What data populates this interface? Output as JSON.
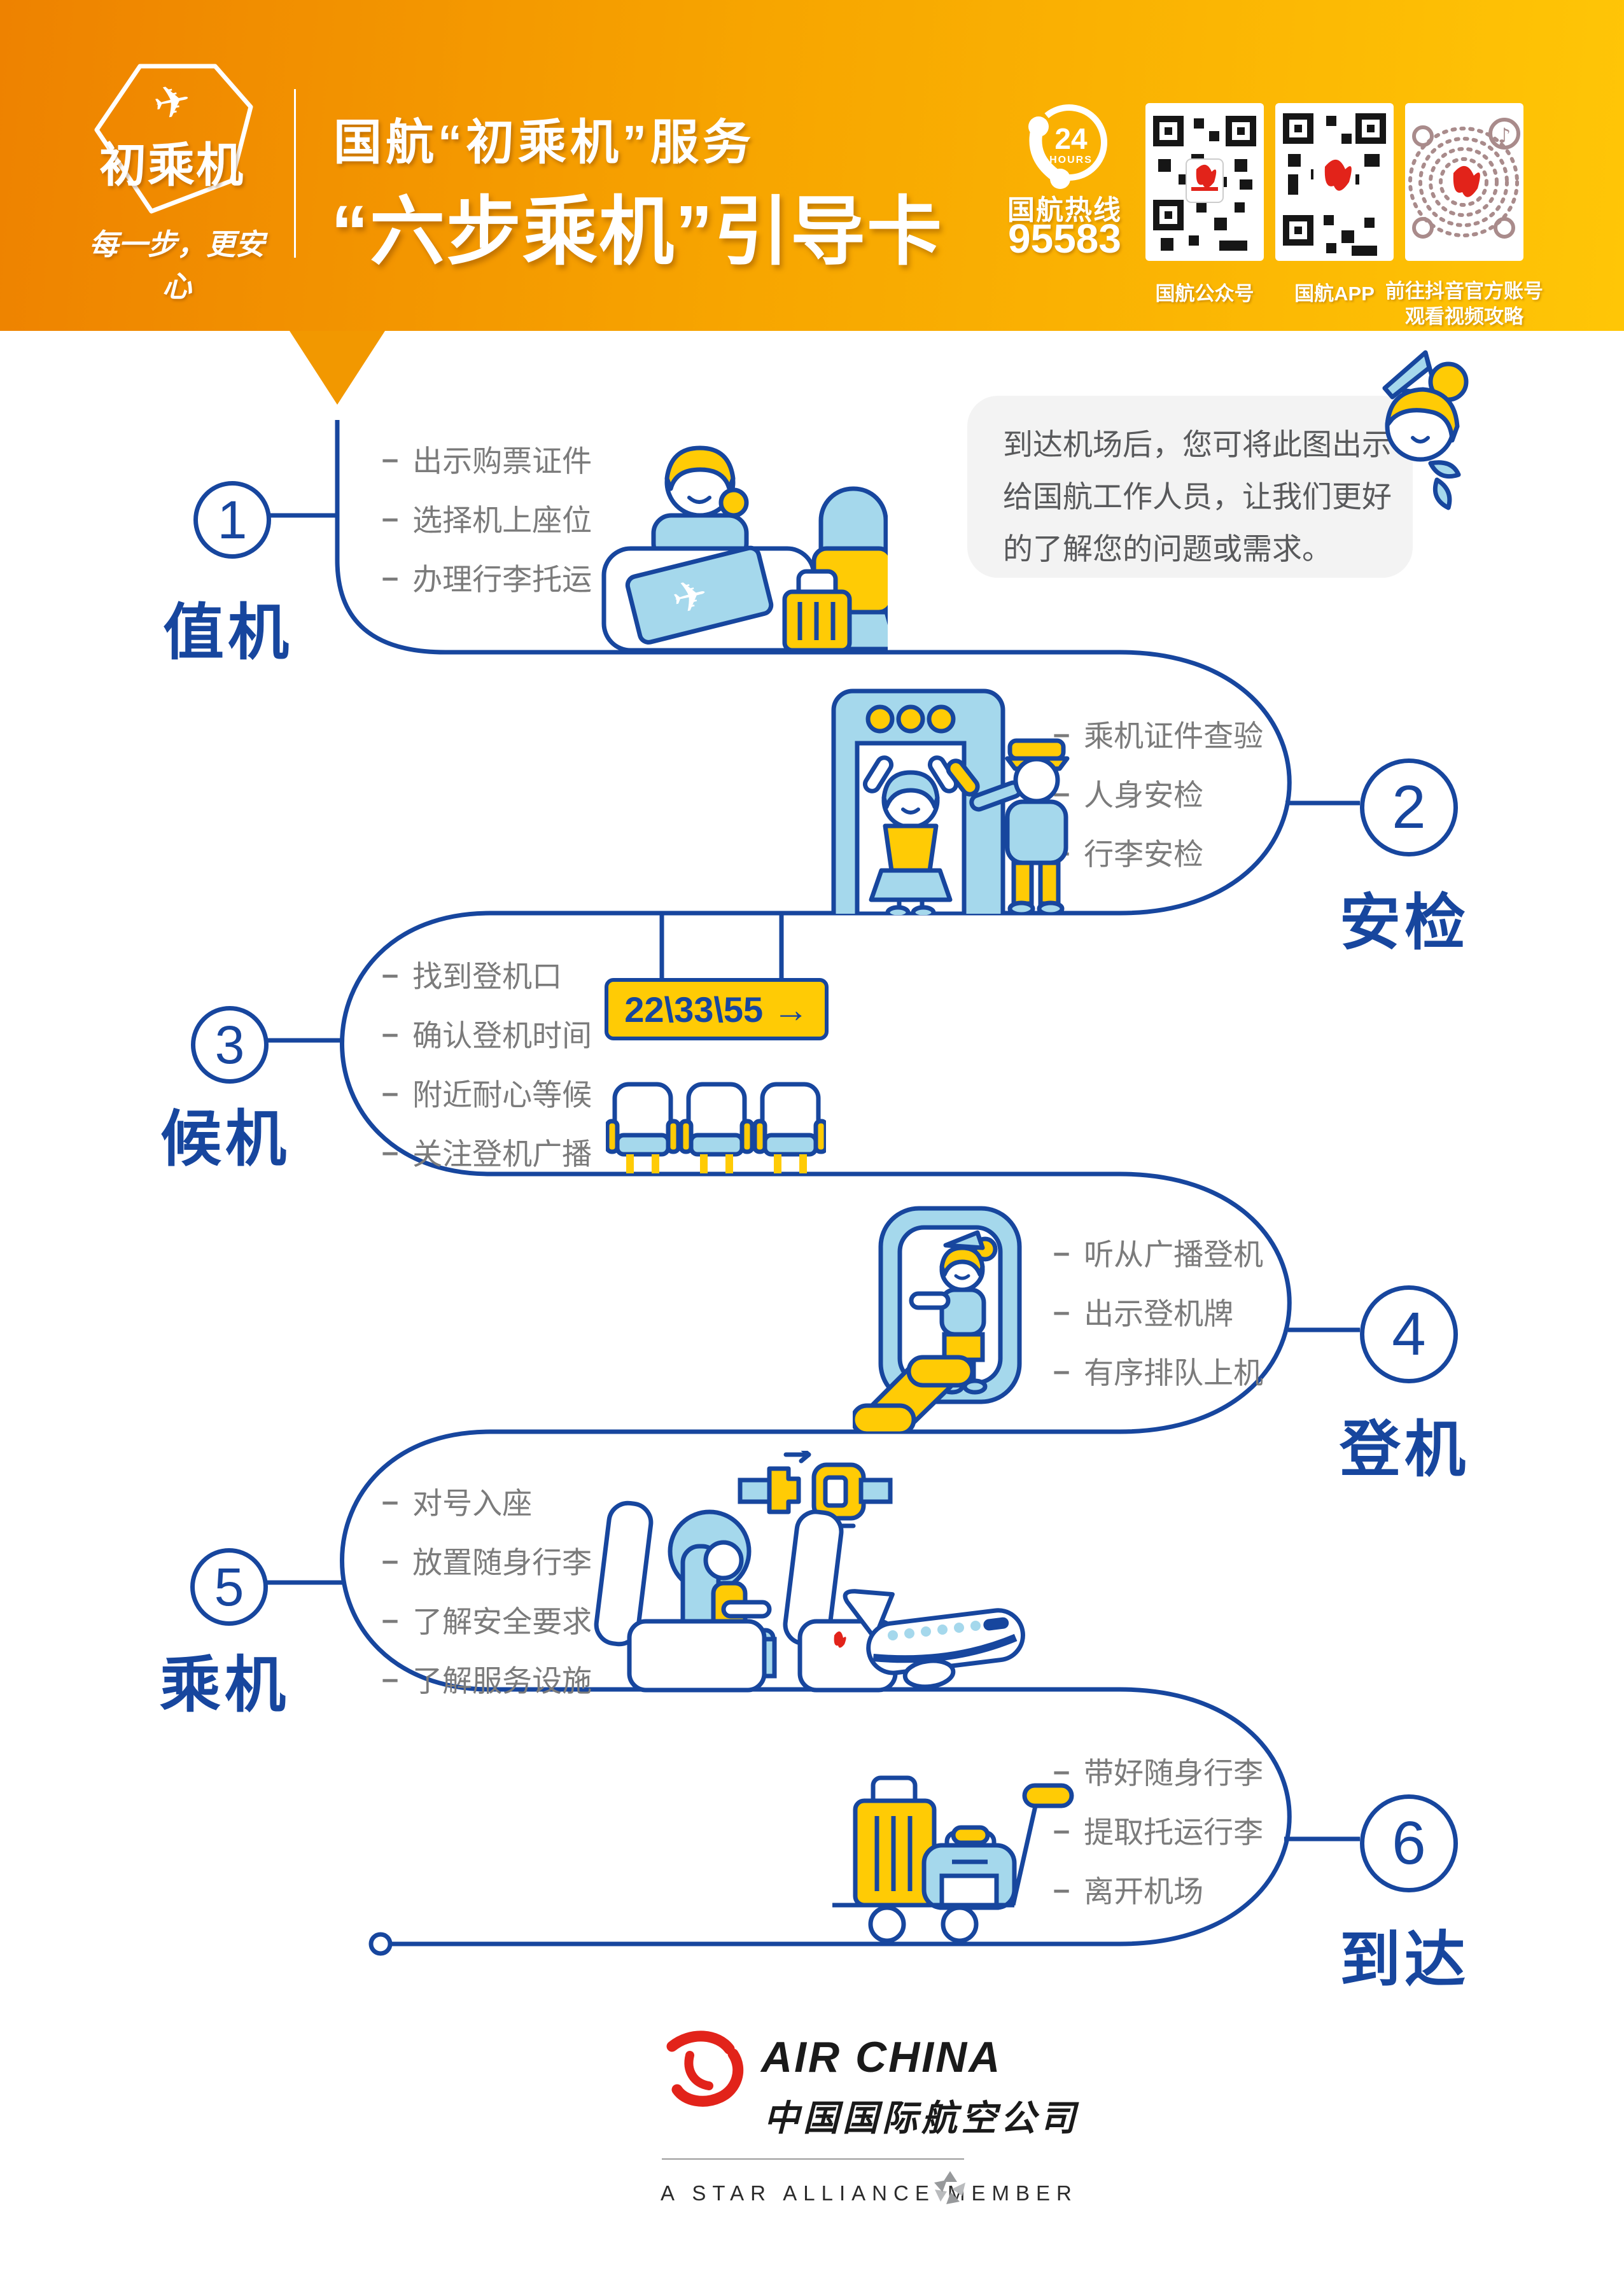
{
  "colors": {
    "blue": "#17469E",
    "light_blue": "#A5D8EC",
    "yellow": "#FFCB05",
    "orange_left": "#EE8200",
    "orange_right": "#FFC606",
    "red": "#E2231A",
    "bullet_gray": "#7B7B7B",
    "bubble_bg": "#F3F3F3"
  },
  "header": {
    "logo_text": "初乘机",
    "logo_tagline": "每一步，更安心",
    "title_line1": "国航“初乘机”服务",
    "title_line2": "“六步乘机”引导卡",
    "hotline": {
      "badge_hours": "24",
      "badge_unit": "HOURS",
      "label": "国航热线",
      "number": "95583"
    },
    "qr": [
      {
        "label": "国航公众号"
      },
      {
        "label": "国航APP"
      },
      {
        "label": "前往抖音官方账号",
        "label2": "观看视频攻略"
      }
    ]
  },
  "notice_bubble": {
    "lines": [
      "到达机场后，您可将此图出示",
      "给国航工作人员，让我们更好",
      "的了解您的问题或需求。"
    ]
  },
  "steps": [
    {
      "num": "1",
      "label": "值机",
      "items": [
        "出示购票证件",
        "选择机上座位",
        "办理行李托运"
      ]
    },
    {
      "num": "2",
      "label": "安检",
      "items": [
        "乘机证件查验",
        "人身安检",
        "行李安检"
      ]
    },
    {
      "num": "3",
      "label": "候机",
      "items": [
        "找到登机口",
        "确认登机时间",
        "附近耐心等候",
        "关注登机广播"
      ]
    },
    {
      "num": "4",
      "label": "登机",
      "items": [
        "听从广播登机",
        "出示登机牌",
        "有序排队上机"
      ]
    },
    {
      "num": "5",
      "label": "乘机",
      "items": [
        "对号入座",
        "放置随身行李",
        "了解安全要求",
        "了解服务设施"
      ]
    },
    {
      "num": "6",
      "label": "到达",
      "items": [
        "带好随身行李",
        "提取托运行李",
        "离开机场"
      ]
    }
  ],
  "waiting_sign": "22\\33\\55 →",
  "ui": {
    "dash": "–"
  },
  "footer": {
    "brand_en": "AIR CHINA",
    "brand_cn": "中国国际航空公司",
    "alliance": "A STAR ALLIANCE MEMBER"
  }
}
